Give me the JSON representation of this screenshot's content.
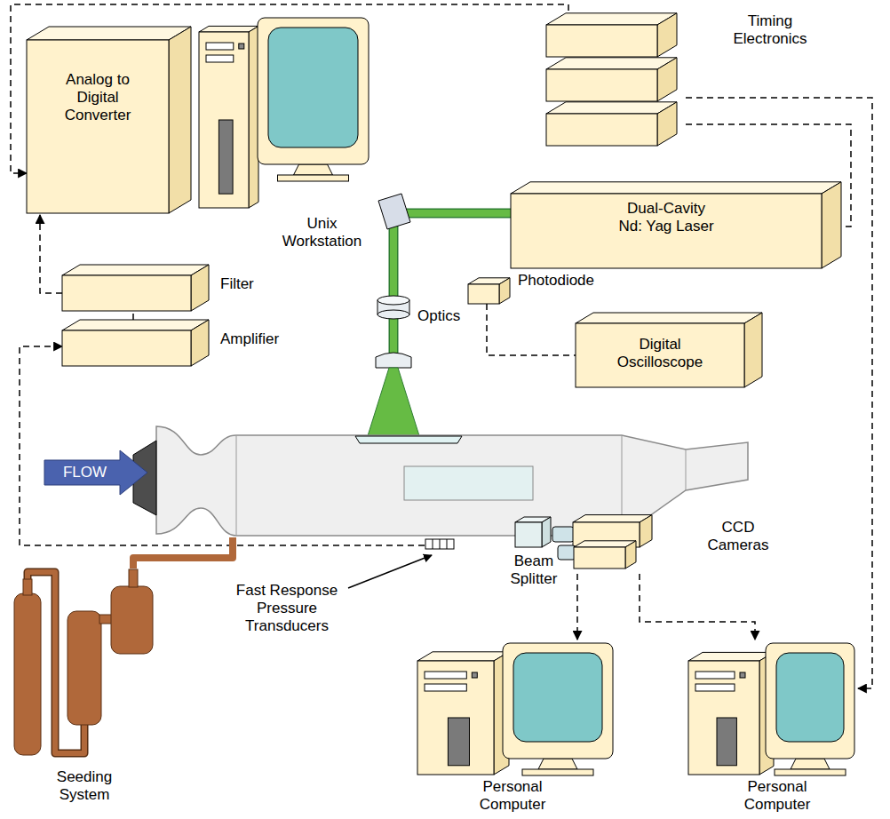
{
  "diagram": {
    "nodes": [
      {
        "text": [
          "Timing Electronics"
        ]
      },
      {
        "text": [
          "Analog to Digital Converter"
        ]
      },
      {
        "text": [
          "Unix Workstation"
        ]
      },
      {
        "text": [
          "Dual-Cavity Nd: Yag Laser"
        ]
      },
      {
        "text": [
          "Filter"
        ]
      },
      {
        "text": [
          "Photodiode"
        ]
      },
      {
        "text": [
          "Amplifier"
        ]
      },
      {
        "text": [
          "Digital Oscilloscope"
        ]
      },
      {
        "text": [
          "FLOW"
        ]
      },
      {
        "text": [
          "Fast Response Pressure Transducers"
        ]
      },
      {
        "text": [
          "Beam Splitter"
        ]
      },
      {
        "text": [
          "CCD Cameras"
        ]
      },
      {
        "text": [
          "Seeding System"
        ]
      },
      {
        "text": [
          "Personal Computer"
        ]
      },
      {
        "text": [
          "Personal Computer"
        ]
      }
    ],
    "edges": [
      {
        "from": 0,
        "to": 1,
        "arrow": "to"
      },
      {
        "from": 0,
        "to": 3,
        "arrow": "none"
      },
      {
        "from": 0,
        "to": 14,
        "arrow": "to"
      },
      {
        "from": 5,
        "to": 7,
        "arrow": "none"
      },
      {
        "from": 9,
        "to": 6,
        "arrow": "to"
      },
      {
        "from": 6,
        "to": 4,
        "arrow": "none"
      },
      {
        "from": 4,
        "to": 1,
        "arrow": "to"
      },
      {
        "from": 11,
        "to": 13,
        "arrow": "to"
      },
      {
        "from": 11,
        "to": 14,
        "arrow": "to"
      },
      {
        "from": 12,
        "to": 8,
        "arrow": "none"
      }
    ],
    "labels": [
      "Optics"
    ]
  }
}
